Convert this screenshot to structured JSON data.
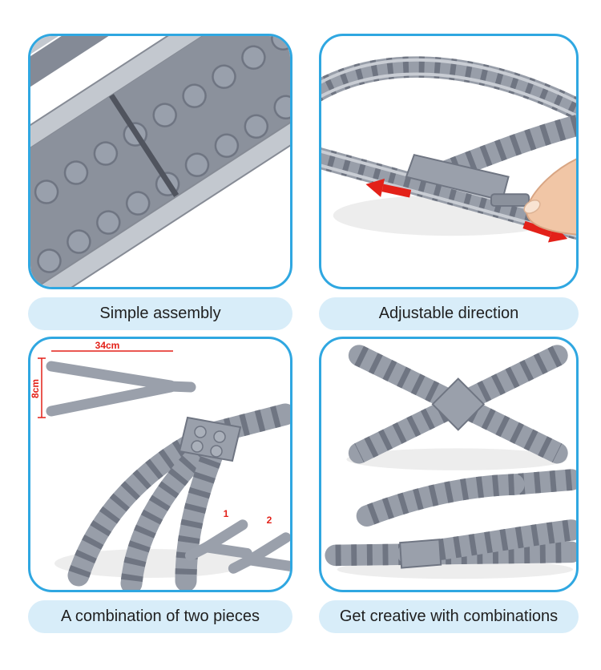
{
  "page": {
    "background": "#ffffff"
  },
  "colors": {
    "panel_border": "#2fa7e1",
    "caption_bg": "#d8edf9",
    "caption_text": "#1f1f1f",
    "arrow_red": "#e32119",
    "track_gray": "#8b919c"
  },
  "panels": [
    {
      "id": "simple-assembly",
      "caption": "Simple assembly"
    },
    {
      "id": "adjustable-direction",
      "caption": "Adjustable direction"
    },
    {
      "id": "combination-two-pieces",
      "caption": "A combination of two pieces",
      "annotations": {
        "dim_height": "8cm",
        "dim_width": "34cm",
        "piece_1": "1",
        "piece_2": "2"
      }
    },
    {
      "id": "creative-combinations",
      "caption": "Get creative with combinations"
    }
  ]
}
